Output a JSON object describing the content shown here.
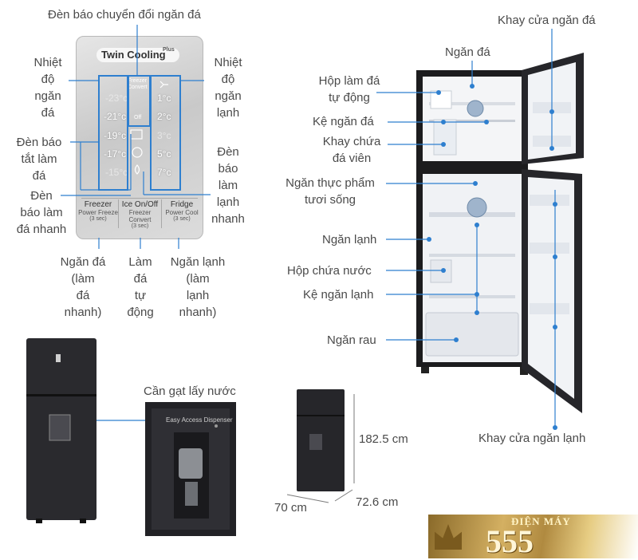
{
  "panel": {
    "title": "Twin Cooling",
    "title_sup": "Plus",
    "convert_top": "Freezer",
    "convert_bottom": "Convert",
    "off": "Off",
    "freezer_temps": [
      "-23°c",
      "-21°c",
      "-19°c",
      "-17°c",
      "-15°c"
    ],
    "fridge_temps": [
      "1°c",
      "2°c",
      "3°c",
      "5°c",
      "7°c"
    ],
    "buttons": [
      {
        "name": "Freezer",
        "sub1": "Power Freeze",
        "sub2": "(3 sec)"
      },
      {
        "name": "Ice On/Off",
        "sub1": "Freezer Convert",
        "sub2": "(3 sec)"
      },
      {
        "name": "Fridge",
        "sub1": "Power Cool",
        "sub2": "(3 sec)"
      }
    ]
  },
  "panel_labels": {
    "convert_indicator": "Đèn báo chuyển đổi ngăn đá",
    "freezer_temp": [
      "Nhiệt",
      "độ",
      "ngăn",
      "đá"
    ],
    "fridge_temp": [
      "Nhiệt",
      "độ",
      "ngăn",
      "lạnh"
    ],
    "ice_off": [
      "Đèn báo",
      "tắt làm",
      "đá"
    ],
    "fast_ice": [
      "Đèn",
      "báo làm",
      "đá nhanh"
    ],
    "fast_cool": [
      "Đèn",
      "báo",
      "làm",
      "lạnh",
      "nhanh"
    ],
    "btn_freezer": [
      "Ngăn đá",
      "(làm",
      "đá",
      "nhanh)"
    ],
    "btn_ice": [
      "Làm",
      "đá",
      "tự",
      "động"
    ],
    "btn_fridge": [
      "Ngăn lạnh",
      "(làm",
      "lạnh",
      "nhanh)"
    ]
  },
  "fridge_labels": {
    "freezer_door": "Khay cửa ngăn đá",
    "freezer": "Ngăn đá",
    "auto_ice": [
      "Hộp làm đá",
      "tự động"
    ],
    "ice_shelf": "Kệ ngăn đá",
    "ice_tray": [
      "Khay chứa",
      "đá viên"
    ],
    "fresh": [
      "Ngăn thực phẩm",
      "tươi sống"
    ],
    "fridge": "Ngăn lạnh",
    "water": "Hộp chứa nước",
    "fridge_shelf": "Kệ ngăn lạnh",
    "veg": "Ngăn rau",
    "fridge_door": "Khay cửa ngăn lạnh"
  },
  "dispenser": {
    "label": "Cần gạt lấy nước",
    "panel_text": "Easy Access Dispenser"
  },
  "dimensions": {
    "height": "182.5 cm",
    "width": "70 cm",
    "depth": "72.6 cm"
  },
  "brand": {
    "top": "ĐIỆN MÁY",
    "number": "555"
  },
  "colors": {
    "accent": "#2e7fcf",
    "fridge_body": "#1c1c1e",
    "panel": "#d4d4d4"
  }
}
